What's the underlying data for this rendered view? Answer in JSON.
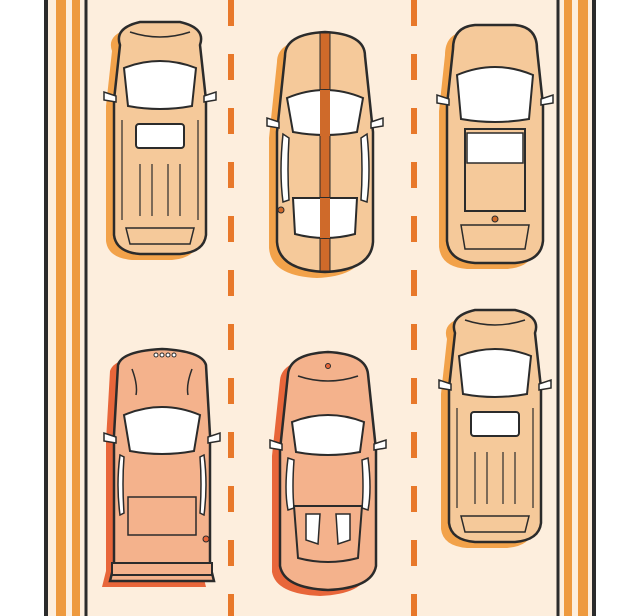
{
  "scene": {
    "description_label": "",
    "colors": {
      "shoulder": "#ffffff",
      "road": "#fdeedd",
      "outline": "#2b2b2b",
      "edge_stripe": "#ee9a3f",
      "lane_dash": "#e8782a",
      "car_tan": "#f5c99a",
      "car_tan_shadow": "#f2a24a",
      "car_salmon": "#f4b28c",
      "car_salmon_shadow": "#e8663a",
      "car_stripe": "#cf6a2a",
      "glass": "#ffffff"
    },
    "lanes": 3,
    "cars": [
      {
        "id": "suv-top-left",
        "kind": "suv",
        "lane": 1,
        "row": 1,
        "body": "tan"
      },
      {
        "id": "sports-top-center",
        "kind": "sports-striped",
        "lane": 2,
        "row": 1,
        "body": "tan"
      },
      {
        "id": "suv-top-right",
        "kind": "suv-wagon",
        "lane": 3,
        "row": 1,
        "body": "tan"
      },
      {
        "id": "coupe-bottom-left",
        "kind": "coupe-spoiler",
        "lane": 1,
        "row": 2,
        "body": "salmon"
      },
      {
        "id": "roadster-bottom-center",
        "kind": "roadster",
        "lane": 2,
        "row": 2,
        "body": "salmon"
      },
      {
        "id": "suv-bottom-right",
        "kind": "suv",
        "lane": 3,
        "row": 2,
        "body": "tan"
      }
    ]
  }
}
